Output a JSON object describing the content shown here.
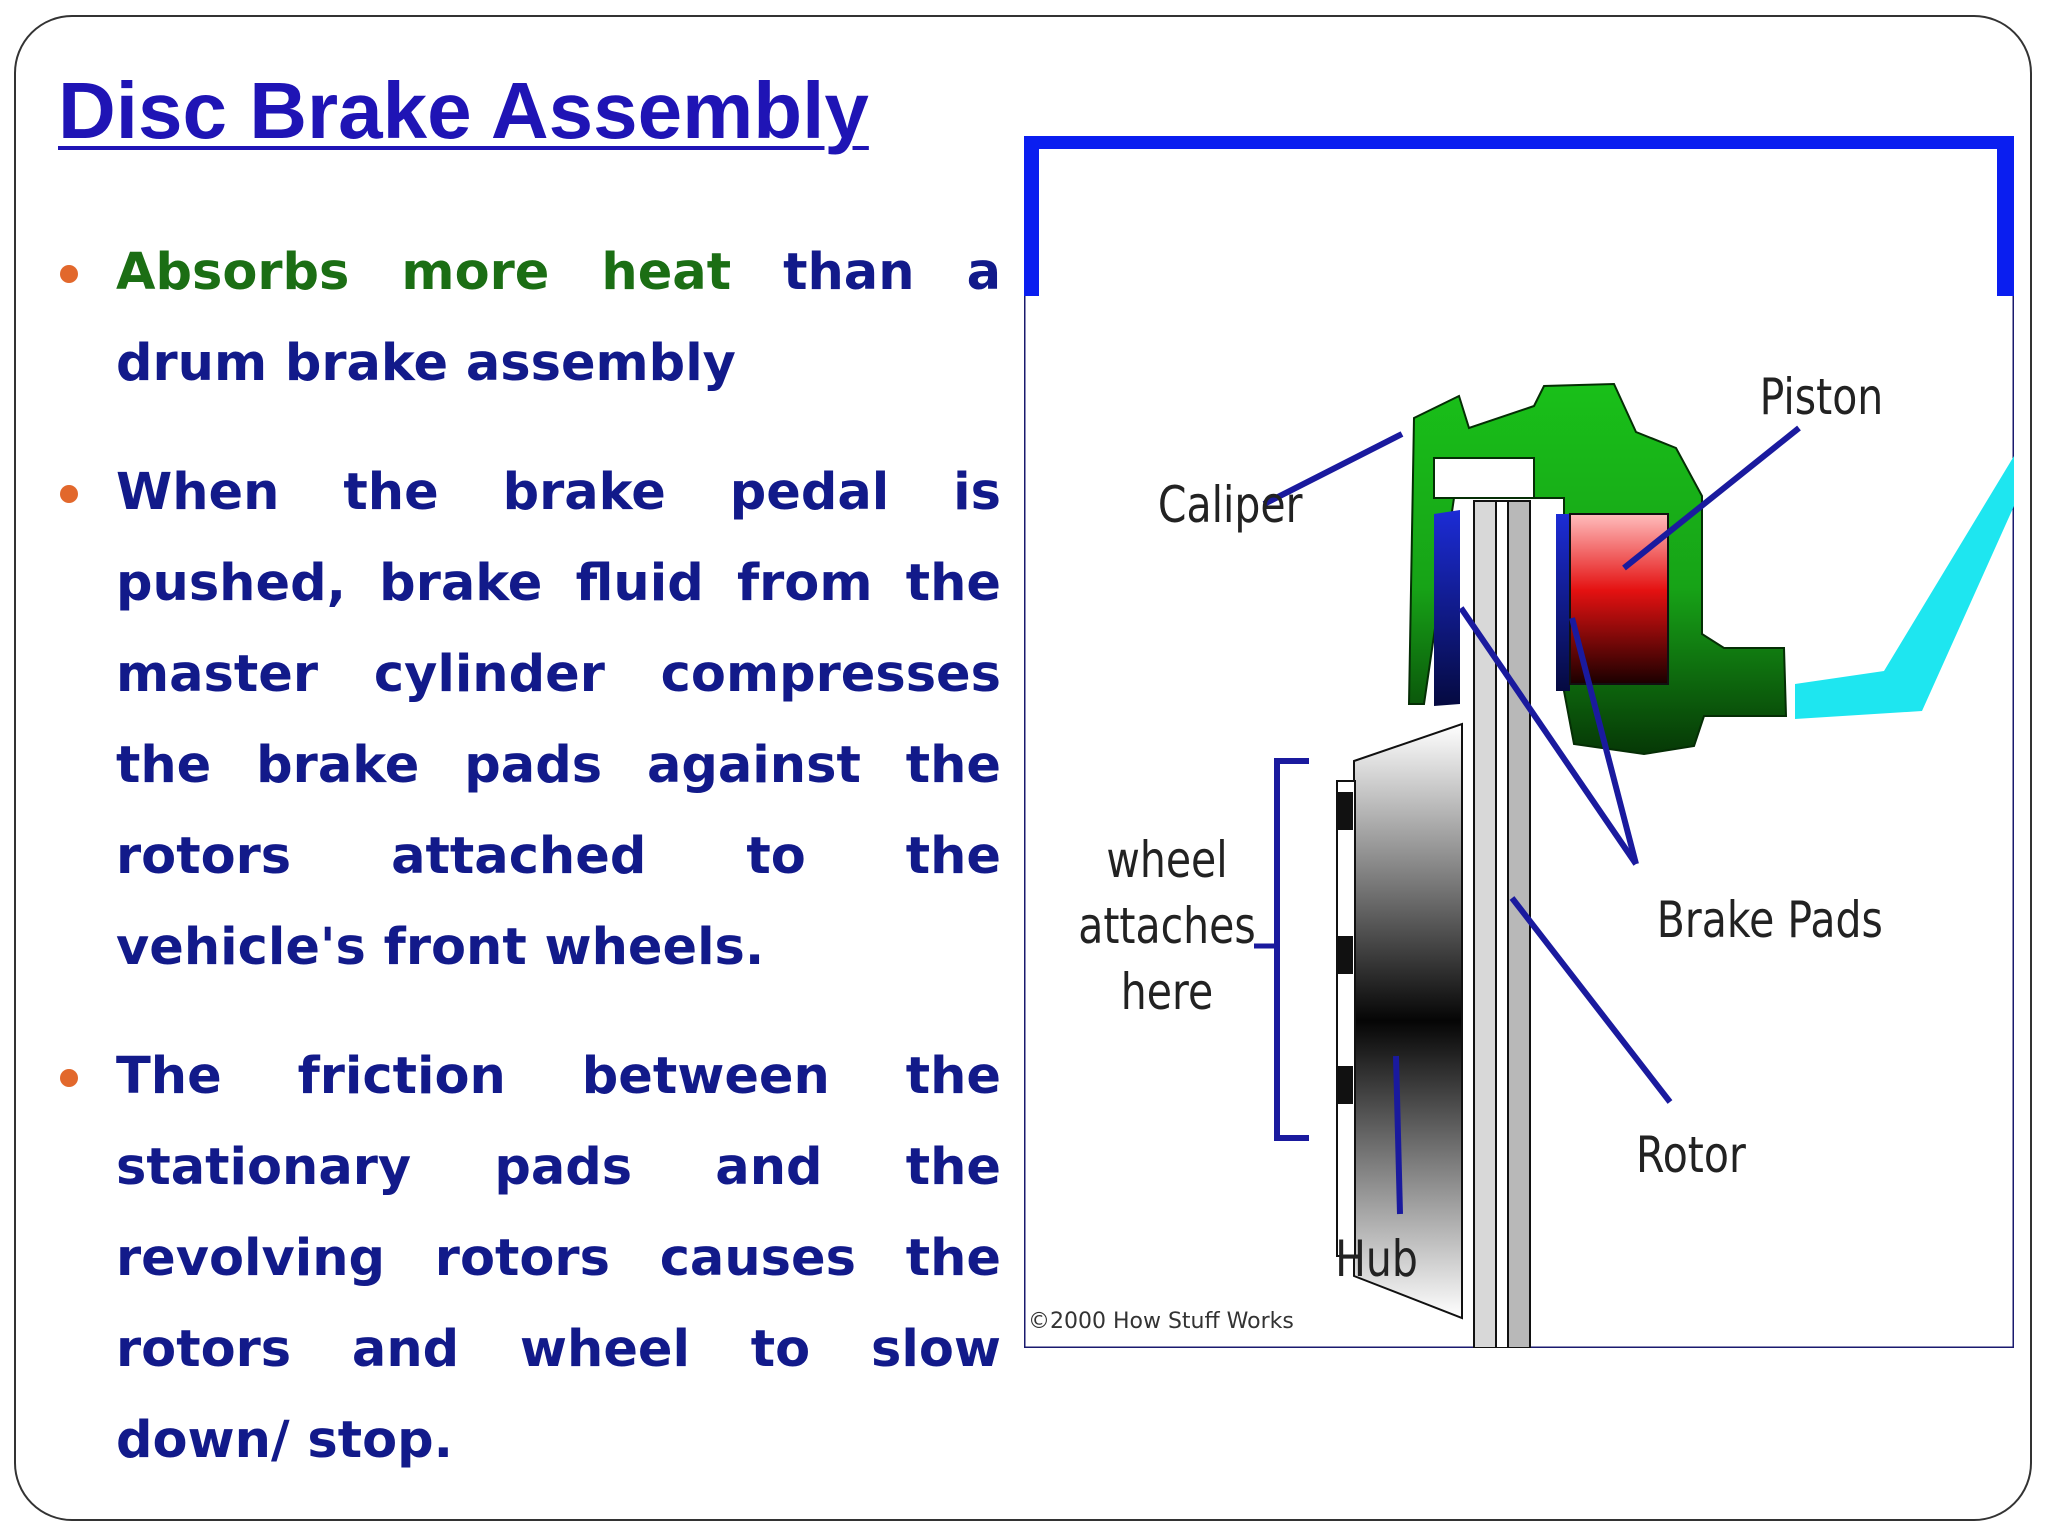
{
  "slide": {
    "title": "Disc Brake Assembly",
    "bullets": [
      {
        "highlight": "Absorbs more heat",
        "text": " than a drum brake assembly"
      },
      {
        "text": "When the brake pedal is pushed, brake fluid from the master cylinder compresses the brake pads against the rotors attached to the vehicle's front wheels."
      },
      {
        "text": "The friction between the stationary pads and the revolving rotors causes the rotors and wheel to slow down/ stop."
      }
    ]
  },
  "diagram": {
    "labels": {
      "caliper": "Caliper",
      "piston": "Piston",
      "wheel_line1": "wheel",
      "wheel_line2": "attaches",
      "wheel_line3": "here",
      "brake_pads": "Brake Pads",
      "rotor": "Rotor",
      "hub": "Hub",
      "copyright": "©2000 How Stuff Works"
    }
  },
  "colors": {
    "title": "#1f14b5",
    "body_text": "#121a8a",
    "highlight": "#1b6e14",
    "bullet": "#e2682c",
    "frame_blue": "#0a1ef0",
    "caliper_green": "#19b419",
    "piston_red": "#e41111",
    "fluid_line_cyan": "#1ee6f0",
    "leader_lines": "#1a1a9e"
  }
}
